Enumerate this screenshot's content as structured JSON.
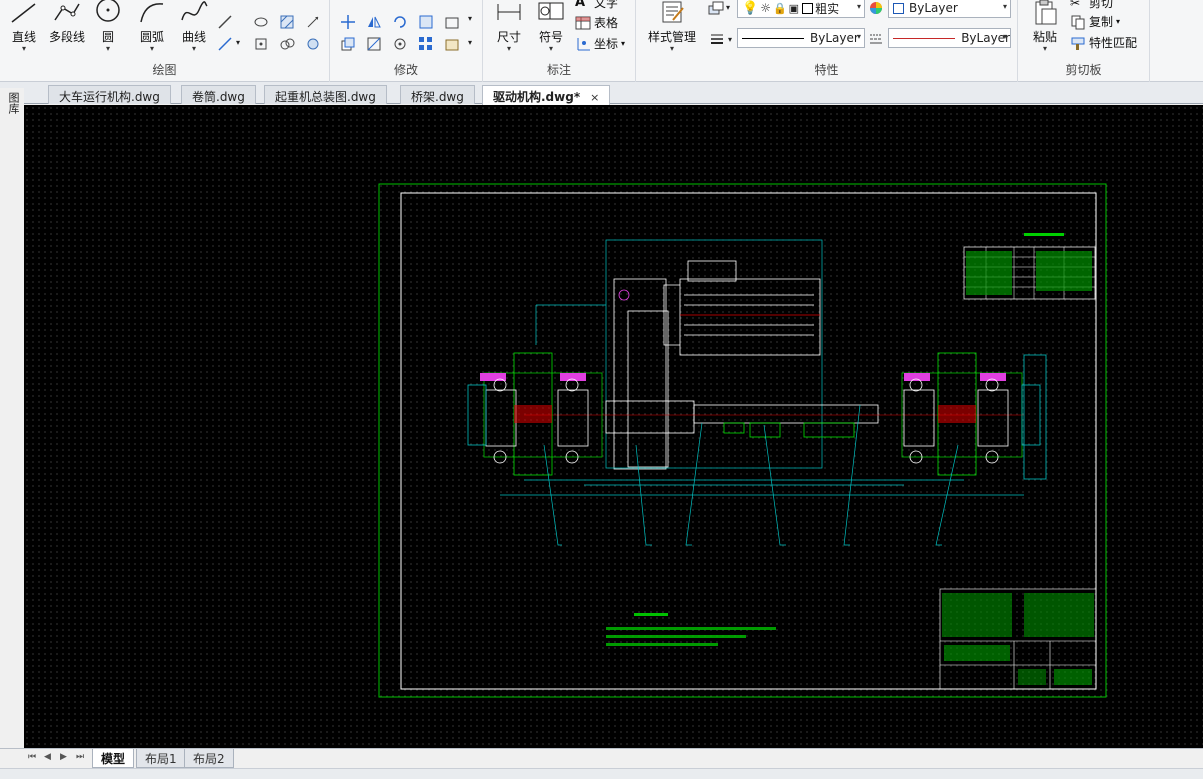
{
  "ribbon": {
    "draw": {
      "title": "绘图",
      "line": "直线",
      "polyline": "多段线",
      "circle": "圆",
      "arc": "圆弧",
      "curve": "曲线"
    },
    "modify": {
      "title": "修改"
    },
    "annotate": {
      "title": "标注",
      "dimension": "尺寸",
      "symbol": "符号",
      "text": "文字",
      "table": "表格",
      "coordinate": "坐标"
    },
    "properties": {
      "title": "特性",
      "style_manager": "样式管理",
      "color_combo": "ByLayer",
      "linetype_combo": "ByLayer",
      "lineweight_combo": "ByLayer",
      "layer_name": "粗实"
    },
    "clipboard": {
      "title": "剪切板",
      "paste": "粘贴",
      "cut": "剪切",
      "copy": "复制",
      "match_props": "特性匹配"
    }
  },
  "tabs": [
    {
      "label": "大车运行机构.dwg"
    },
    {
      "label": "卷筒.dwg"
    },
    {
      "label": "起重机总装图.dwg"
    },
    {
      "label": "桥架.dwg"
    },
    {
      "label": "驱动机构.dwg*",
      "active": true,
      "close": "×"
    }
  ],
  "palette_label": "图库",
  "layout_tabs": [
    {
      "label": "模型",
      "active": true
    },
    {
      "label": "布局1"
    },
    {
      "label": "布局2"
    }
  ],
  "colors": {
    "canvas": "#000000",
    "frame": "#00c000",
    "inner_frame": "#ffffff",
    "cyan": "#00d0d0",
    "magenta": "#e040e0",
    "red": "#e00000",
    "green": "#00e000"
  }
}
